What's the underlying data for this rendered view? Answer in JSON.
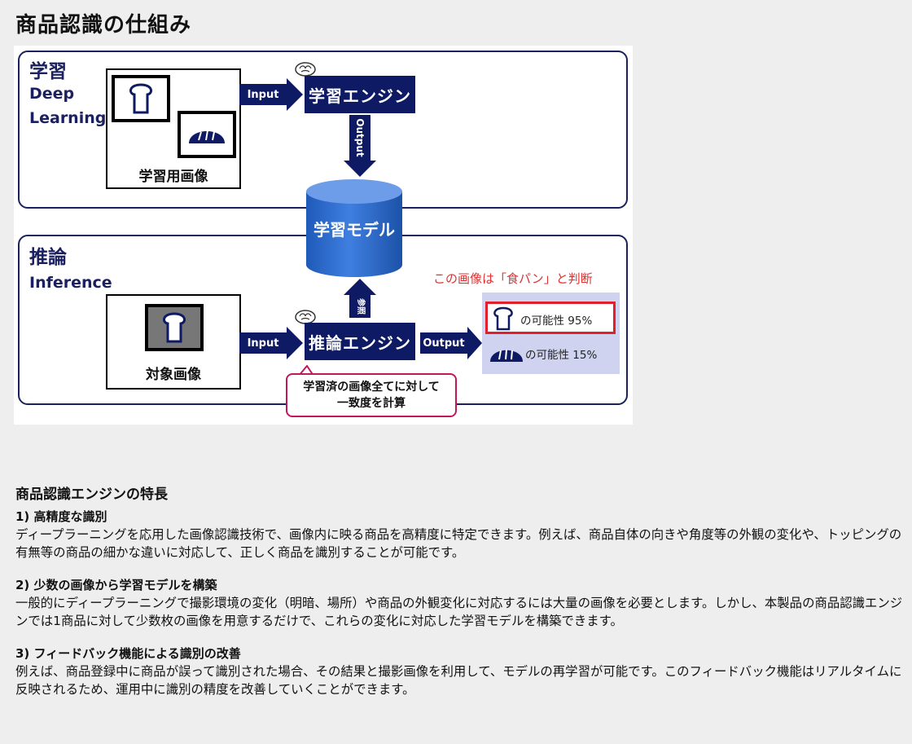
{
  "page": {
    "title": "商品認識の仕組み"
  },
  "diagram": {
    "learning": {
      "title": "学習",
      "subtitle_line1": "Deep",
      "subtitle_line2": "Learning",
      "images_label": "学習用画像",
      "input_label": "Input",
      "engine_label": "学習エンジン",
      "output_label": "Output"
    },
    "model_label": "学習モデル",
    "inference": {
      "title": "推論",
      "subtitle": "Inference",
      "images_label": "対象画像",
      "input_label": "Input",
      "engine_label": "推論エンジン",
      "output_label": "Output",
      "reference_label": "参照",
      "decision_text": "この画像は「食パン」と判断",
      "results": [
        {
          "icon": "bread-loaf-icon",
          "text": "の可能性 95%",
          "highlighted": true
        },
        {
          "icon": "round-bread-icon",
          "text": "の可能性 15%",
          "highlighted": false
        }
      ],
      "callout_line1": "学習済の画像全てに対して",
      "callout_line2": "一致度を計算"
    },
    "colors": {
      "navy": "#0e1a63",
      "cylinder": "#2f6fd0",
      "red": "#e03030",
      "result_bg": "#cfd3ef"
    }
  },
  "features": {
    "heading": "商品認識エンジンの特長",
    "items": [
      {
        "title": "1) 高精度な識別",
        "body": "ディープラーニングを応用した画像認識技術で、画像内に映る商品を高精度に特定できます。例えば、商品自体の向きや角度等の外観の変化や、トッピングの有無等の商品の細かな違いに対応して、正しく商品を識別することが可能です。"
      },
      {
        "title": "2) 少数の画像から学習モデルを構築",
        "body": "一般的にディープラーニングで撮影環境の変化（明暗、場所）や商品の外観変化に対応するには大量の画像を必要とします。しかし、本製品の商品認識エンジンでは1商品に対して少数枚の画像を用意するだけで、これらの変化に対応した学習モデルを構築できます。"
      },
      {
        "title": "3) フィードバック機能による識別の改善",
        "body": "例えば、商品登録中に商品が誤って識別された場合、その結果と撮影画像を利用して、モデルの再学習が可能です。このフィードバック機能はリアルタイムに反映されるため、運用中に識別の精度を改善していくことができます。"
      }
    ]
  }
}
